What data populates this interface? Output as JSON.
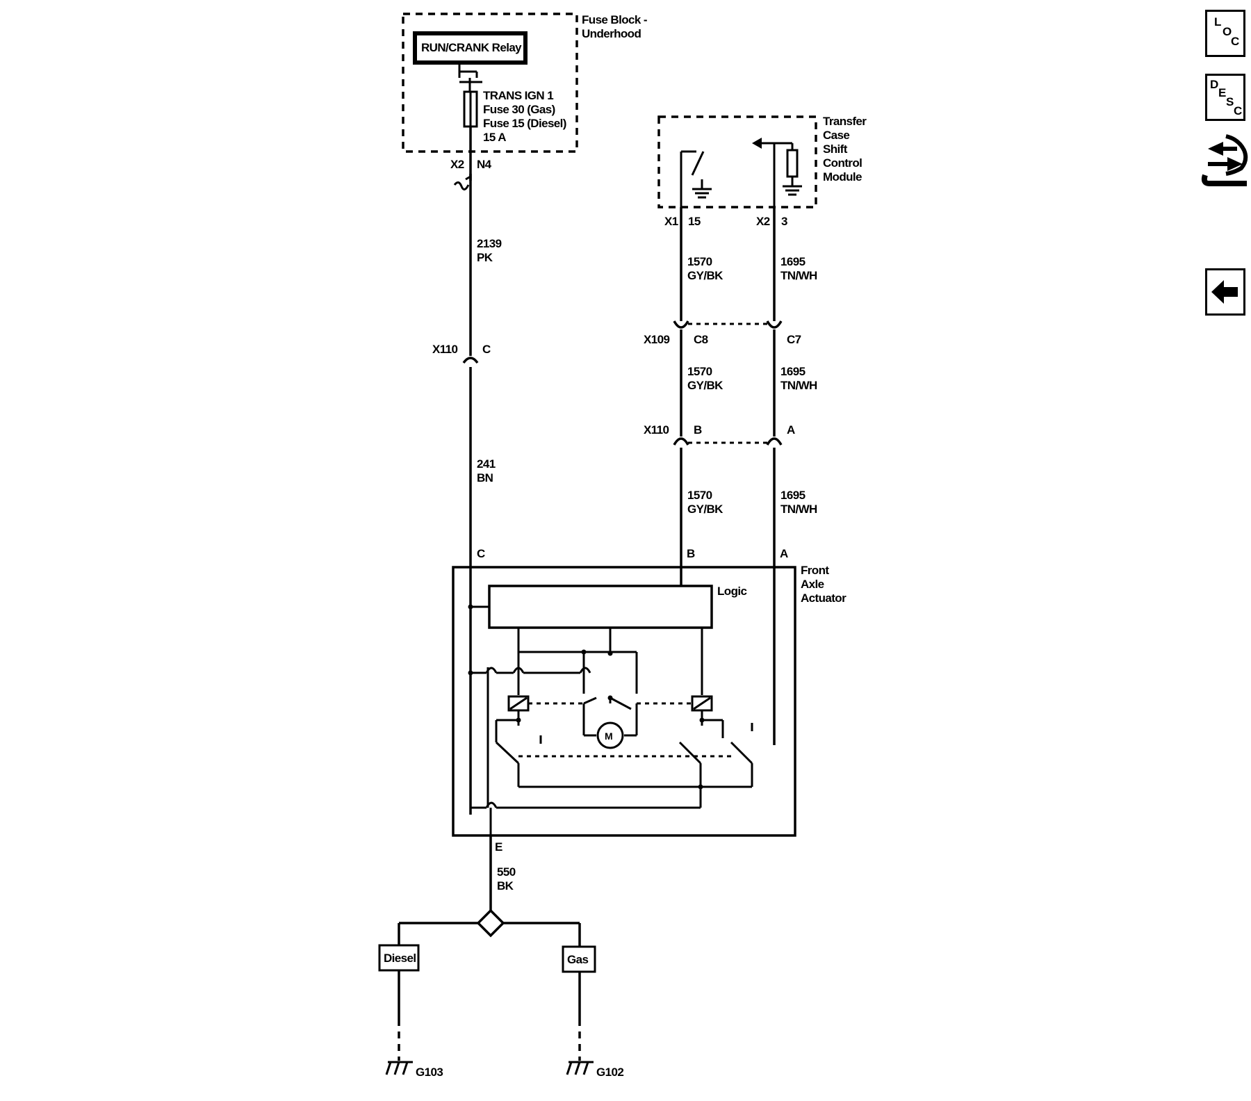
{
  "fuse_block": {
    "title_line1": "Fuse Block -",
    "title_line2": "Underhood",
    "relay_label": "RUN/CRANK Relay",
    "fuse_line1": "TRANS IGN 1",
    "fuse_line2": "Fuse 30 (Gas)",
    "fuse_line3": "Fuse 15 (Diesel)",
    "fuse_line4": "15 A",
    "connector": "X2",
    "pin": "N4"
  },
  "transfer_case_module": {
    "line1": "Transfer",
    "line2": "Case",
    "line3": "Shift",
    "line4": "Control",
    "line5": "Module",
    "conn_left": "X1",
    "pin_left": "15",
    "conn_right": "X2",
    "pin_right": "3"
  },
  "wires": {
    "w2139_circuit": "2139",
    "w2139_color": "PK",
    "w241_circuit": "241",
    "w241_color": "BN",
    "w1570_circuit": "1570",
    "w1570_color": "GY/BK",
    "w1695_circuit": "1695",
    "w1695_color": "TN/WH",
    "w550_circuit": "550",
    "w550_color": "BK"
  },
  "connectors": {
    "x110": "X110",
    "x110_pin_c": "C",
    "x109": "X109",
    "x109_pin_c8": "C8",
    "x109_pin_c7": "C7",
    "x110b": "X110",
    "x110_pin_b": "B",
    "x110_pin_a": "A"
  },
  "actuator": {
    "line1": "Front",
    "line2": "Axle",
    "line3": "Actuator",
    "logic_label": "Logic",
    "motor_label": "M",
    "pin_c": "C",
    "pin_b": "B",
    "pin_a": "A",
    "pin_e": "E"
  },
  "grounds": {
    "diesel_label": "Diesel",
    "gas_label": "Gas",
    "g103": "G103",
    "g102": "G102"
  },
  "nav": {
    "loc_l": "L",
    "loc_o": "O",
    "loc_c": "C",
    "desc_d": "D",
    "desc_e": "E",
    "desc_s": "S",
    "desc_c": "C"
  }
}
